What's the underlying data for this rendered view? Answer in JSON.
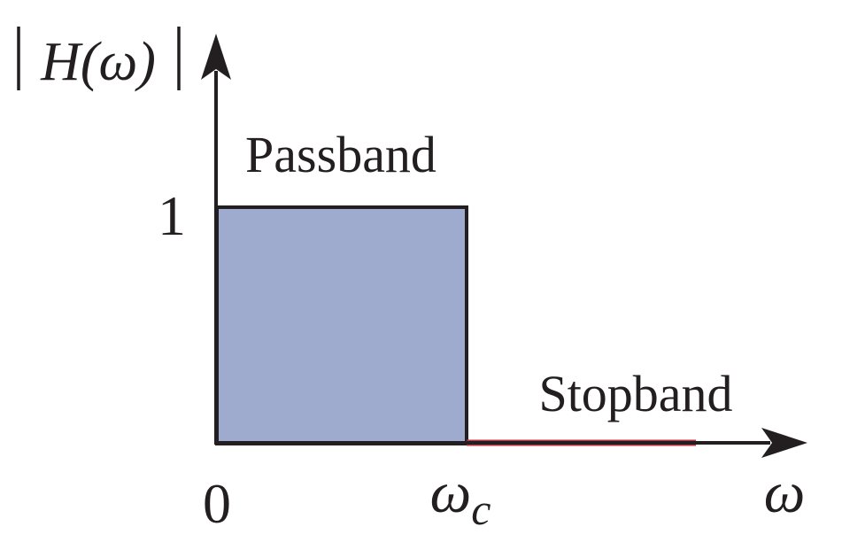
{
  "labels": {
    "y_axis": "H(ω)",
    "y_tick": "1",
    "x_origin": "0",
    "x_cutoff_base": "ω",
    "x_cutoff_sub": "c",
    "x_axis": "ω",
    "passband": "Passband",
    "stopband": "Stopband"
  },
  "colors": {
    "passband_fill": "#9eabcf",
    "stopband_line": "#b8313f",
    "axis": "#231f20",
    "outline": "#231f20"
  }
}
